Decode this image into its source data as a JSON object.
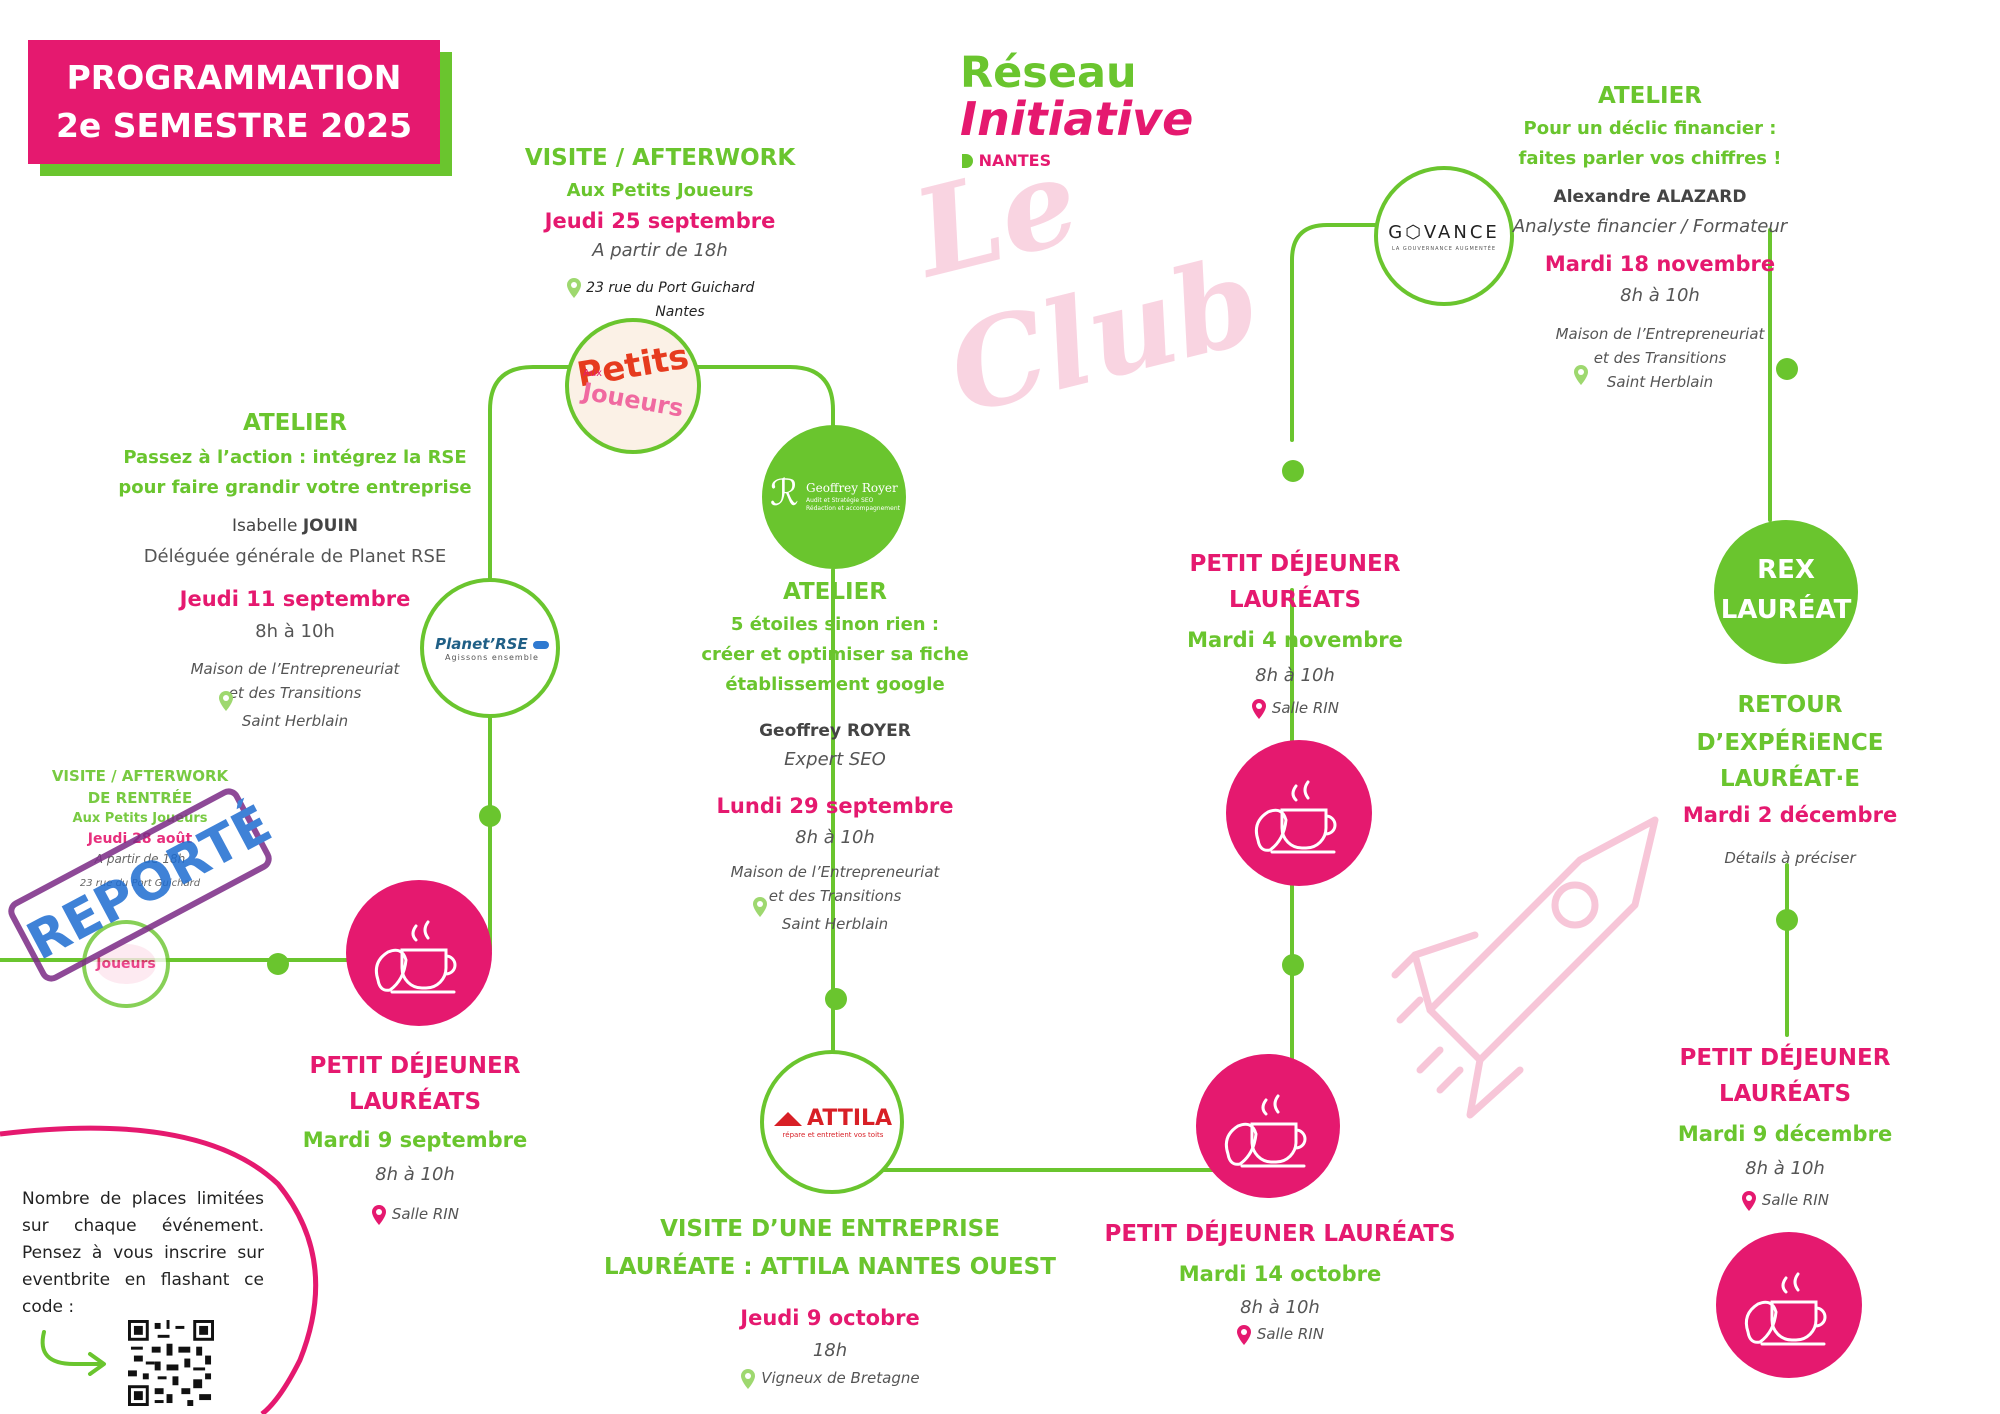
{
  "header": {
    "line1": "PROGRAMMATION",
    "line2": "2e SEMESTRE 2025"
  },
  "logo": {
    "reseau": "Réseau",
    "initiative": "Initiative",
    "nantes": "NANTES",
    "club": "Le Club"
  },
  "colors": {
    "pink": "#e5196f",
    "green": "#6ac52e",
    "light_pink": "#f7c6d8"
  },
  "events": {
    "rentree": {
      "title1": "VISITE / AFTERWORK",
      "title2": "DE RENTRÉE",
      "sub": "Aux Petits Joueurs",
      "date": "Jeudi 28 août",
      "time": "A partir de 18h",
      "address": "23 rue du Port Guichard",
      "stamp": "REPORTÉ"
    },
    "pdj1": {
      "title1": "PETIT DÉJEUNER",
      "title2": "LAURÉATS",
      "date": "Mardi 9 septembre",
      "time": "8h à 10h",
      "location": "Salle RIN"
    },
    "rse": {
      "type": "ATELIER",
      "sub1": "Passez à l’action : intégrez la RSE",
      "sub2": "pour faire grandir votre entreprise",
      "speaker_first": "Isabelle ",
      "speaker_last": "JOUIN",
      "role": "Déléguée générale de Planet RSE",
      "date": "Jeudi 11 septembre",
      "time": "8h à 10h",
      "loc1": "Maison de l’Entrepreneuriat",
      "loc2": "et des Transitions",
      "loc3": "Saint Herblain",
      "logo_main": "Planet’RSE",
      "logo_tag": "Agissons ensemble"
    },
    "afterwork": {
      "type": "VISITE / AFTERWORK",
      "sub": "Aux Petits Joueurs",
      "date": "Jeudi 25 septembre",
      "time": "A partir de 18h",
      "addr1": "23 rue du Port Guichard",
      "addr2": "Nantes",
      "logo_word1": "Petits",
      "logo_word2": "Joueurs",
      "logo_small": "Aux"
    },
    "seo": {
      "type": "ATELIER",
      "sub1": "5 étoiles sinon rien :",
      "sub2": "créer et optimiser sa fiche",
      "sub3": "établissement google",
      "speaker": "Geoffrey ROYER",
      "role": "Expert SEO",
      "date": "Lundi 29 septembre",
      "time": "8h à 10h",
      "loc1": "Maison de l’Entrepreneuriat",
      "loc2": "et des Transitions",
      "loc3": "Saint Herblain",
      "logo_name": "Geoffrey Royer",
      "logo_tag1": "Audit et Stratégie SEO",
      "logo_tag2": "Rédaction et accompagnement"
    },
    "attila": {
      "title1": "VISITE D’UNE ENTREPRISE",
      "title2": "LAURÉATE : ATTILA NANTES OUEST",
      "date": "Jeudi 9 octobre",
      "time": "18h",
      "location": "Vigneux de Bretagne",
      "logo_name": "ATTILA",
      "logo_tag": "répare et entretient vos toits"
    },
    "pdj2": {
      "title": "PETIT DÉJEUNER LAURÉATS",
      "date": "Mardi 14 octobre",
      "time": "8h à 10h",
      "location": "Salle RIN"
    },
    "pdj3": {
      "title1": "PETIT DÉJEUNER",
      "title2": "LAURÉATS",
      "date": "Mardi 4 novembre",
      "time": "8h à 10h",
      "location": "Salle RIN"
    },
    "finance": {
      "type": "ATELIER",
      "sub1": "Pour un déclic financier :",
      "sub2": "faites parler vos chiffres !",
      "speaker": "Alexandre ALAZARD",
      "role": "Analyste financier / Formateur",
      "date": "Mardi 18 novembre",
      "time": "8h à 10h",
      "loc1": "Maison de l’Entrepreneuriat",
      "loc2": "et des Transitions",
      "loc3": "Saint Herblain",
      "logo_name": "G⬡VANCE",
      "logo_tag": "LA GOUVERNANCE AUGMENTÉE"
    },
    "rex": {
      "circle1": "REX",
      "circle2": "LAURÉAT",
      "title1": "RETOUR D’EXPÉRiENCE",
      "title2": "LAURÉAT·E",
      "date": "Mardi 2 décembre",
      "note": "Détails à préciser"
    },
    "pdj4": {
      "title1": "PETIT DÉJEUNER",
      "title2": "LAURÉATS",
      "date": "Mardi 9 décembre",
      "time": "8h à 10h",
      "location": "Salle RIN"
    }
  },
  "info": {
    "text": "Nombre de places limitées sur chaque événement. Pensez à vous inscrire sur eventbrite en flashant ce code :"
  }
}
